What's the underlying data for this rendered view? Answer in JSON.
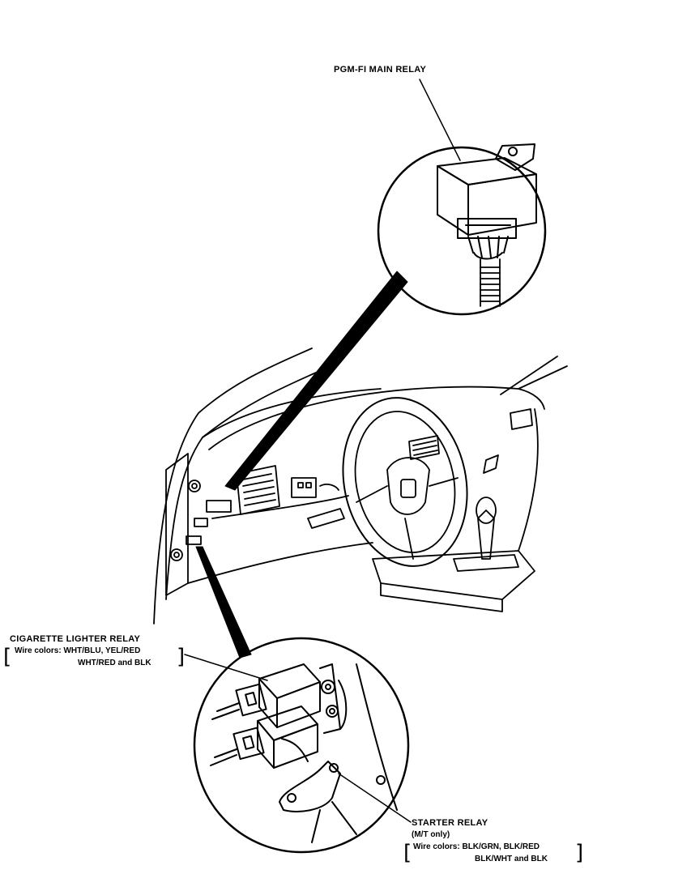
{
  "labels": {
    "main_relay": "PGM-FI MAIN RELAY",
    "cig_relay": {
      "title": "CIGARETTE LIGHTER RELAY",
      "wires_line1": "Wire colors: WHT/BLU, YEL/RED",
      "wires_line2": "WHT/RED and BLK"
    },
    "starter_relay": {
      "title": "STARTER RELAY",
      "note": "(M/T only)",
      "wires_line1": "Wire colors: BLK/GRN, BLK/RED",
      "wires_line2": "BLK/WHT and BLK"
    }
  },
  "colors": {
    "ink": "#000000",
    "paper": "#ffffff"
  }
}
